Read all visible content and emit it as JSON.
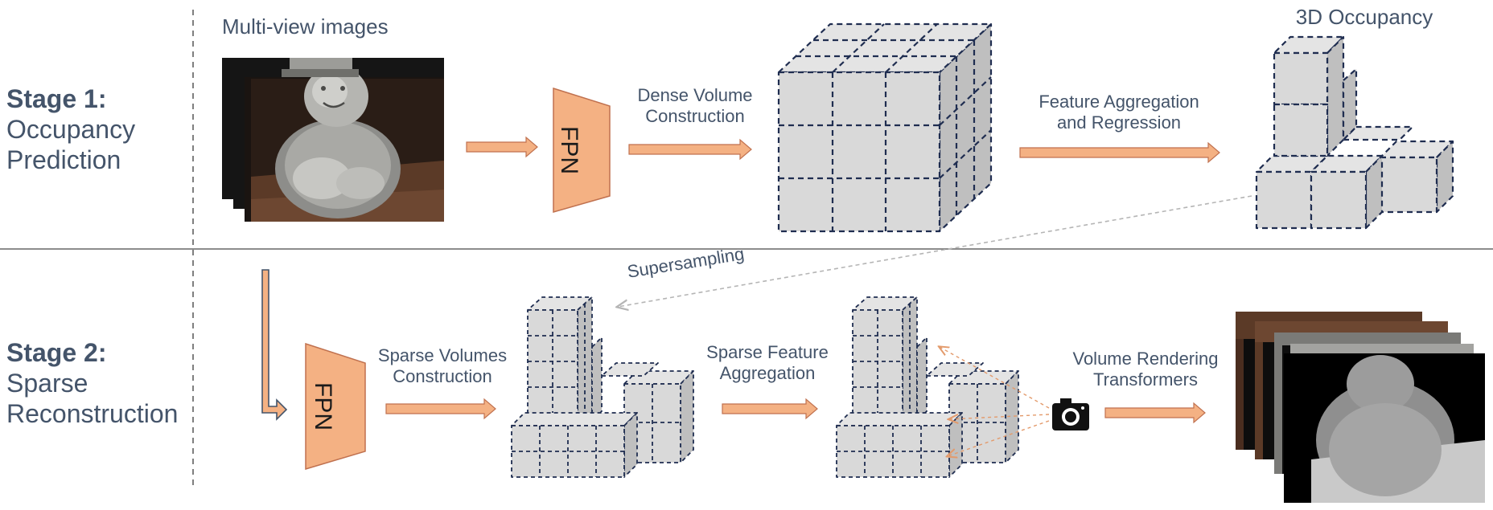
{
  "stage1": {
    "title_bold": "Stage 1:",
    "title_line2": "Occupancy",
    "title_line3": "Prediction"
  },
  "stage2": {
    "title_bold": "Stage 2:",
    "title_line2": "Sparse",
    "title_line3": "Reconstruction"
  },
  "labels": {
    "multiview_images": "Multi-view images",
    "fpn": "FPN",
    "dense_volume_line1": "Dense Volume",
    "dense_volume_line2": "Construction",
    "feature_agg_line1": "Feature Aggregation",
    "feature_agg_line2": "and Regression",
    "occupancy_3d": "3D Occupancy",
    "supersampling": "Supersampling",
    "sparse_volumes_line1": "Sparse Volumes",
    "sparse_volumes_line2": "Construction",
    "sparse_feature_line1": "Sparse Feature",
    "sparse_feature_line2": "Aggregation",
    "volume_rendering_line1": "Volume Rendering",
    "volume_rendering_line2": "Transformers"
  },
  "colors": {
    "text": "#44546a",
    "arrow_fill": "#f4b183",
    "arrow_stroke": "#c0714f",
    "fpn_fill": "#f4b183",
    "cube_front": "#d9d9d9",
    "cube_top": "#e4e4e4",
    "cube_side": "#bfbfbf",
    "cube_edge": "#1f2d50"
  },
  "icons": {
    "camera": "camera-icon",
    "multiview_stack": "multi-view-image-stack",
    "depth_stack": "rendered-depth-map-stack"
  }
}
